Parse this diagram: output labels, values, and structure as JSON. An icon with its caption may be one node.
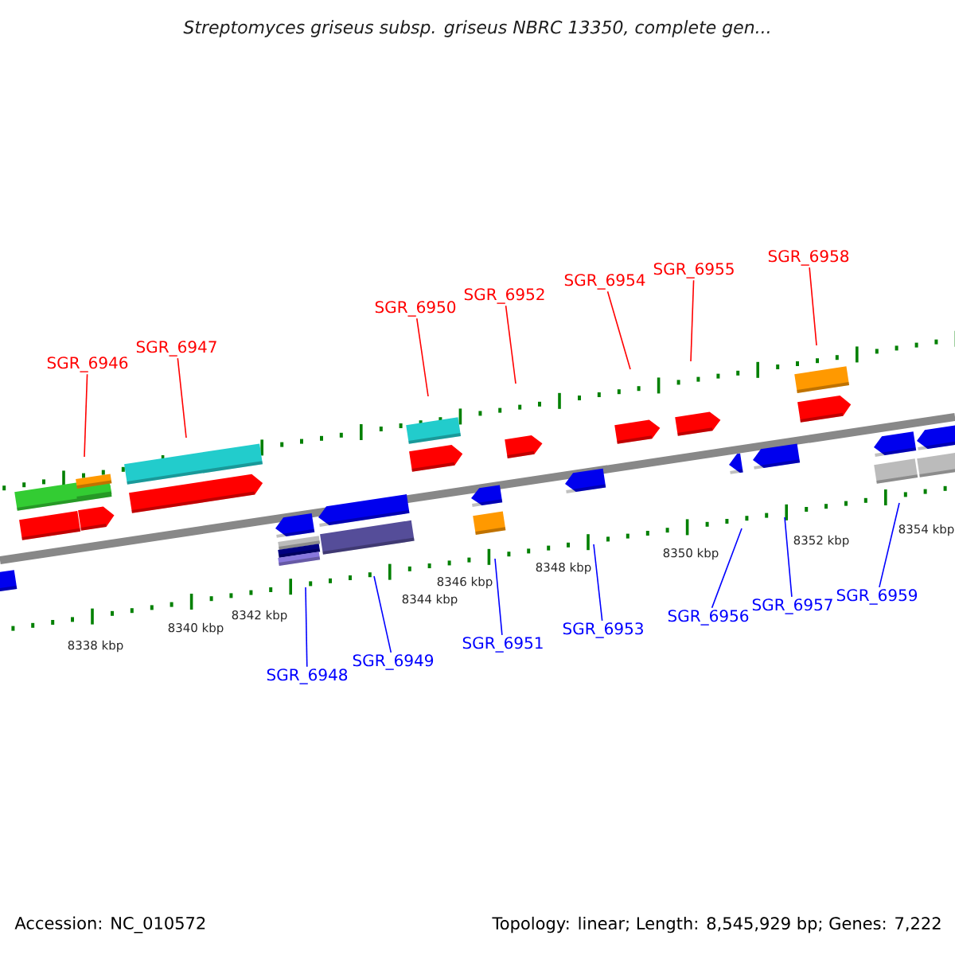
{
  "diagram": {
    "title": "Streptomyces griseus subsp. griseus NBRC 13350, complete gen...",
    "nodes": [
      {
        "text": [
          "SGR_6946"
        ]
      },
      {
        "text": [
          "SGR_6947"
        ]
      },
      {
        "text": [
          "SGR_6950"
        ]
      },
      {
        "text": [
          "SGR_6952"
        ]
      },
      {
        "text": [
          "SGR_6954"
        ]
      },
      {
        "text": [
          "SGR_6955"
        ]
      },
      {
        "text": [
          "SGR_6958"
        ]
      },
      {
        "text": [
          "SGR_6948"
        ]
      },
      {
        "text": [
          "SGR_6949"
        ]
      },
      {
        "text": [
          "SGR_6951"
        ]
      },
      {
        "text": [
          "SGR_6953"
        ]
      },
      {
        "text": [
          "SGR_6956"
        ]
      },
      {
        "text": [
          "SGR_6957"
        ]
      },
      {
        "text": [
          "SGR_6959"
        ]
      }
    ],
    "edges": [
      {
        "from": 0,
        "to": null,
        "arrow": "none",
        "color": "#ff0000"
      },
      {
        "from": 1,
        "to": null,
        "arrow": "none",
        "color": "#ff0000"
      },
      {
        "from": 2,
        "to": null,
        "arrow": "none",
        "color": "#ff0000"
      },
      {
        "from": 3,
        "to": null,
        "arrow": "none",
        "color": "#ff0000"
      },
      {
        "from": 4,
        "to": null,
        "arrow": "none",
        "color": "#ff0000"
      },
      {
        "from": 5,
        "to": null,
        "arrow": "none",
        "color": "#ff0000"
      },
      {
        "from": 6,
        "to": null,
        "arrow": "none",
        "color": "#ff0000"
      },
      {
        "from": 7,
        "to": null,
        "arrow": "none",
        "color": "#0000ff"
      },
      {
        "from": 8,
        "to": null,
        "arrow": "none",
        "color": "#0000ff"
      },
      {
        "from": 9,
        "to": null,
        "arrow": "none",
        "color": "#0000ff"
      },
      {
        "from": 10,
        "to": null,
        "arrow": "none",
        "color": "#0000ff"
      },
      {
        "from": 11,
        "to": null,
        "arrow": "none",
        "color": "#0000ff"
      },
      {
        "from": 12,
        "to": null,
        "arrow": "none",
        "color": "#0000ff"
      },
      {
        "from": 13,
        "to": null,
        "arrow": "none",
        "color": "#0000ff"
      }
    ],
    "labels": [
      "8338 kbp",
      "8340 kbp",
      "8342 kbp",
      "8344 kbp",
      "8346 kbp",
      "8348 kbp",
      "8350 kbp",
      "8352 kbp",
      "8354 kbp",
      "Accession: NC_010572",
      "Topology: linear; Length: 8,545,929 bp; Genes: 7,222"
    ]
  }
}
